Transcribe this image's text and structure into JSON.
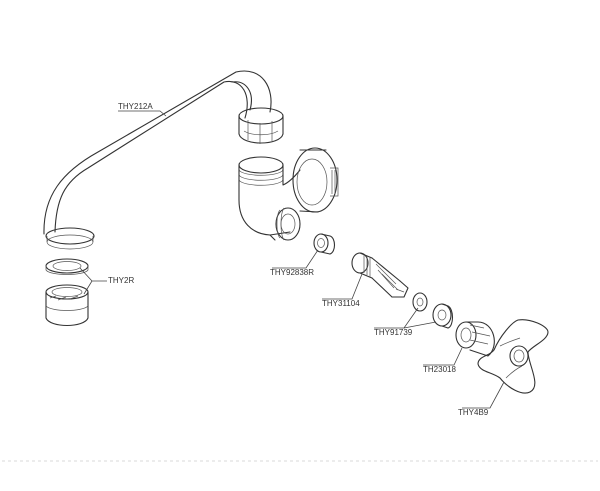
{
  "parts": {
    "spout": "THY212A",
    "aerator": "THY2R",
    "washer_small": "THY92838R",
    "spindle": "THY31104",
    "washer_ring": "THY91739",
    "bonnet_nut": "TH23018",
    "handle": "THY4B9"
  }
}
